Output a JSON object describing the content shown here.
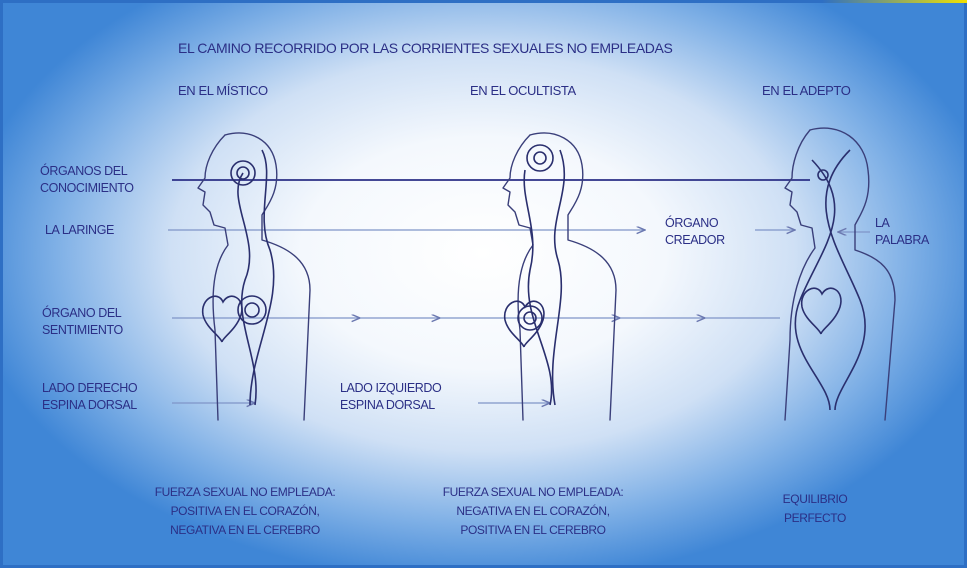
{
  "title": "EL CAMINO RECORRIDO POR LAS CORRIENTES SEXUALES NO EMPLEADAS",
  "columns": {
    "mystic": "EN EL MÍSTICO",
    "occultist": "EN EL OCULTISTA",
    "adept": "EN EL ADEPTO"
  },
  "labels": {
    "organs_knowledge": "ÓRGANOS DEL\nCONOCIMIENTO",
    "larynx": "LA LARINGE",
    "organ_feeling": "ÓRGANO DEL\nSENTIMIENTO",
    "right_side": "LADO DERECHO\nESPINA DORSAL",
    "left_side": "LADO IZQUIERDO\nESPINA DORSAL",
    "creative_organ": "ÓRGANO\nCREADOR",
    "the_word": "LA\nPALABRA"
  },
  "descriptions": {
    "mystic": "FUERZA SEXUAL NO EMPLEADA:\nPOSITIVA EN EL CORAZÓN,\nNEGATIVA EN EL CEREBRO",
    "occultist": "FUERZA SEXUAL NO EMPLEADA:\nNEGATIVA EN EL CORAZÓN,\nPOSITIVA EN EL CEREBRO",
    "adept": "EQUILIBRIO\nPERFECTO"
  },
  "colors": {
    "text": "#2b2f86",
    "frame": "#2e6fc4",
    "background_center": "#ffffff",
    "background_edge": "#3f86d6"
  }
}
